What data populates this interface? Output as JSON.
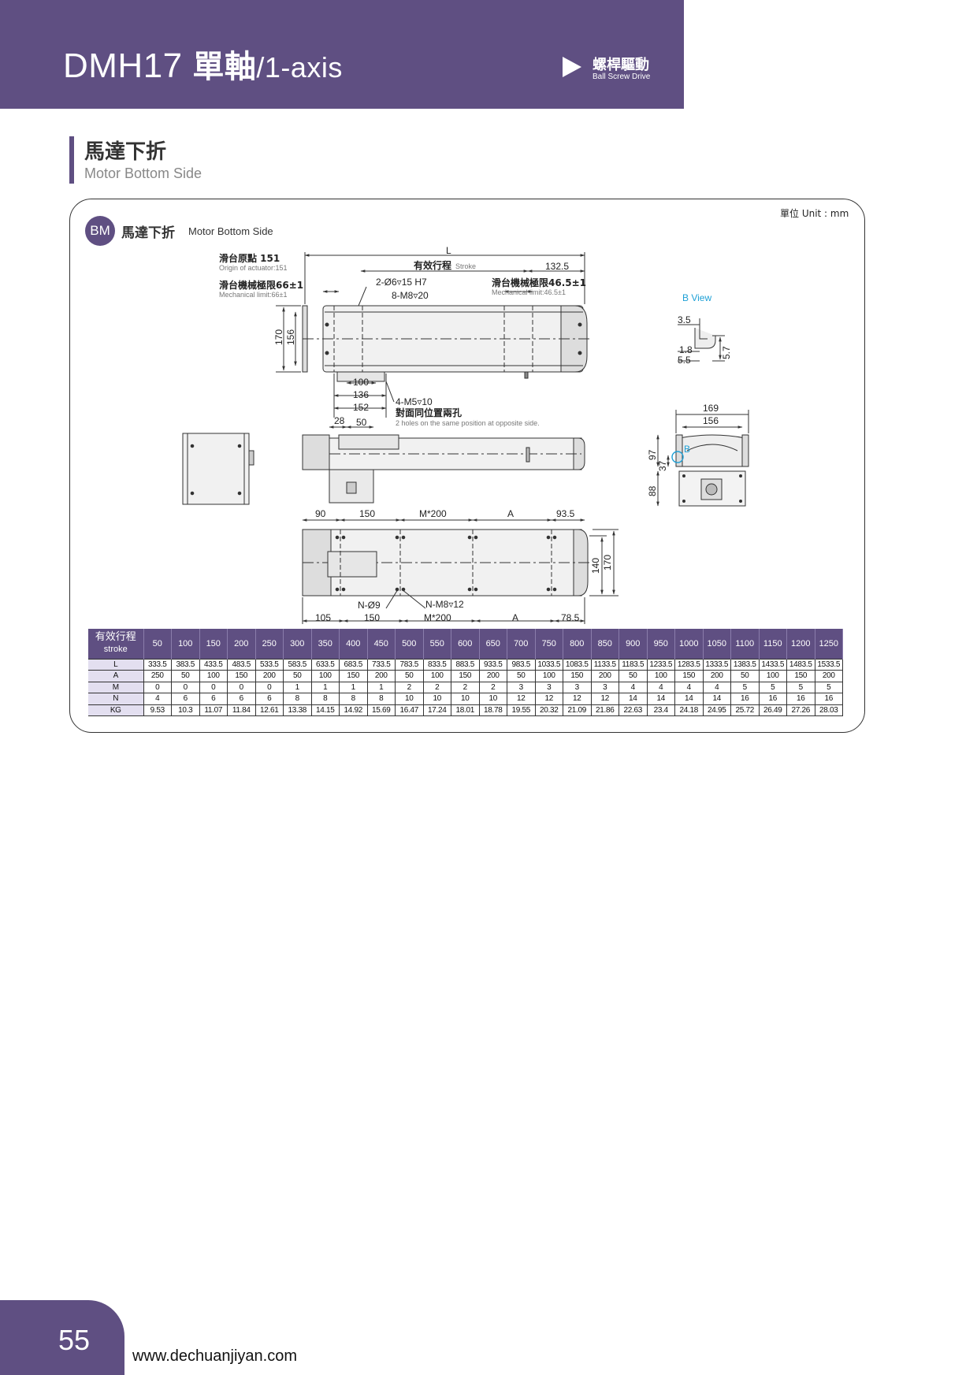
{
  "header": {
    "title_model": "DMH17",
    "title_cn": "單軸",
    "title_axis": "/1-axis",
    "badge_cn": "螺桿驅動",
    "badge_en": "Ball Screw Drive"
  },
  "section": {
    "title_cn": "馬達下折",
    "title_en": "Motor Bottom Side"
  },
  "drawing": {
    "unit": "單位 Unit : mm",
    "badge": "BM",
    "title_cn": "馬達下折",
    "title_en": "Motor Bottom Side",
    "labels": {
      "L": "L",
      "origin_cn": "滑台原點 151",
      "origin_en": "Origin of actuator:151",
      "stroke_cn": "有效行程",
      "stroke_en": "Stroke",
      "d132_5": "132.5",
      "mech_left_cn": "滑台機械極限66±1",
      "mech_left_en": "Mechanical limit:66±1",
      "hole1": "2-Ø6▿15 H7",
      "hole2": "8-M8▿20",
      "mech_right_cn": "滑台機械極限46.5±1",
      "mech_right_en": "Mechanical limit:46.5±1",
      "b_view": "B View",
      "d170": "170",
      "d156": "156",
      "d100": "100",
      "d136": "136",
      "d152": "152",
      "m5": "4-M5▿10",
      "m5_cn": "對面同位置兩孔",
      "m5_en": "2 holes on the same position at opposite side.",
      "d28": "28",
      "d50": "50",
      "d3_5": "3.5",
      "d1_8": "1.8",
      "d5_5": "5.5",
      "d5_7": "5.7",
      "d169": "169",
      "d156b": "156",
      "d97": "97",
      "d37": "37",
      "d88": "88",
      "b_mark": "B",
      "d90": "90",
      "d150": "150",
      "m200": "M*200",
      "A": "A",
      "d93_5": "93.5",
      "d140": "140",
      "d170b": "170",
      "n9": "N-Ø9",
      "nm8": "N-M8▿12",
      "d105": "105",
      "d150b": "150",
      "m200b": "M*200",
      "A2": "A",
      "d78_5": "78.5"
    }
  },
  "table": {
    "head_cn": "有效行程",
    "head_en": "stroke",
    "strokes": [
      "50",
      "100",
      "150",
      "200",
      "250",
      "300",
      "350",
      "400",
      "450",
      "500",
      "550",
      "600",
      "650",
      "700",
      "750",
      "800",
      "850",
      "900",
      "950",
      "1000",
      "1050",
      "1100",
      "1150",
      "1200",
      "1250"
    ],
    "rows": [
      {
        "label": "L",
        "values": [
          "333.5",
          "383.5",
          "433.5",
          "483.5",
          "533.5",
          "583.5",
          "633.5",
          "683.5",
          "733.5",
          "783.5",
          "833.5",
          "883.5",
          "933.5",
          "983.5",
          "1033.5",
          "1083.5",
          "1133.5",
          "1183.5",
          "1233.5",
          "1283.5",
          "1333.5",
          "1383.5",
          "1433.5",
          "1483.5",
          "1533.5"
        ]
      },
      {
        "label": "A",
        "values": [
          "250",
          "50",
          "100",
          "150",
          "200",
          "50",
          "100",
          "150",
          "200",
          "50",
          "100",
          "150",
          "200",
          "50",
          "100",
          "150",
          "200",
          "50",
          "100",
          "150",
          "200",
          "50",
          "100",
          "150",
          "200"
        ]
      },
      {
        "label": "M",
        "values": [
          "0",
          "0",
          "0",
          "0",
          "0",
          "1",
          "1",
          "1",
          "1",
          "2",
          "2",
          "2",
          "2",
          "3",
          "3",
          "3",
          "3",
          "4",
          "4",
          "4",
          "4",
          "5",
          "5",
          "5",
          "5"
        ]
      },
      {
        "label": "N",
        "values": [
          "4",
          "6",
          "6",
          "6",
          "6",
          "8",
          "8",
          "8",
          "8",
          "10",
          "10",
          "10",
          "10",
          "12",
          "12",
          "12",
          "12",
          "14",
          "14",
          "14",
          "14",
          "16",
          "16",
          "16",
          "16"
        ]
      },
      {
        "label": "KG",
        "values": [
          "9.53",
          "10.3",
          "11.07",
          "11.84",
          "12.61",
          "13.38",
          "14.15",
          "14.92",
          "15.69",
          "16.47",
          "17.24",
          "18.01",
          "18.78",
          "19.55",
          "20.32",
          "21.09",
          "21.86",
          "22.63",
          "23.4",
          "24.18",
          "24.95",
          "25.72",
          "26.49",
          "27.26",
          "28.03"
        ]
      }
    ]
  },
  "footer": {
    "page": "55",
    "url": "www.dechuanjiyan.com"
  }
}
